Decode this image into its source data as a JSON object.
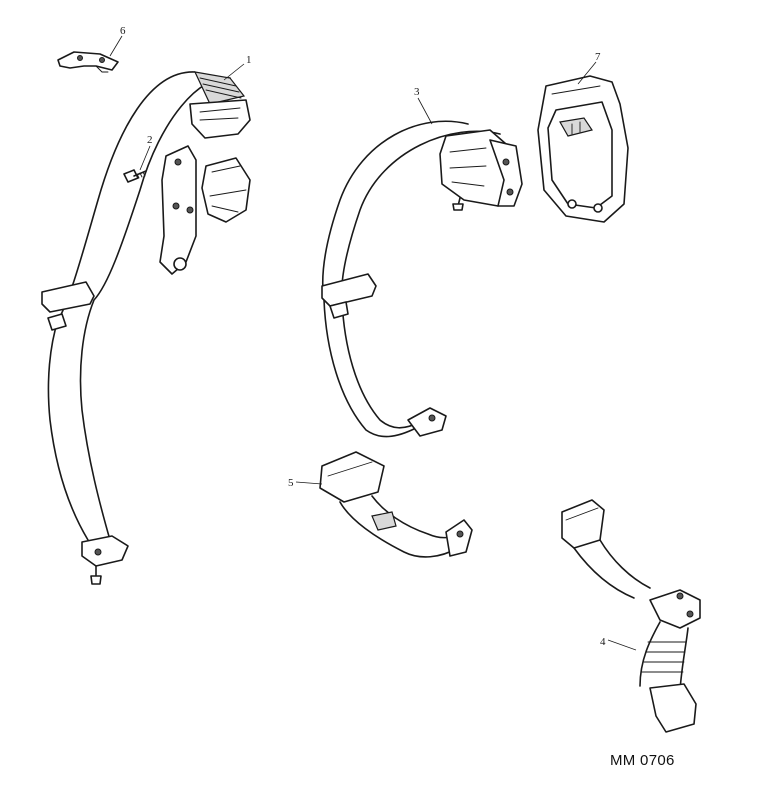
{
  "callouts": {
    "c1": "1",
    "c2": "2",
    "c3": "3",
    "c4": "4",
    "c5": "5",
    "c6": "6",
    "c7": "7"
  },
  "reference_code": "MM 0706"
}
